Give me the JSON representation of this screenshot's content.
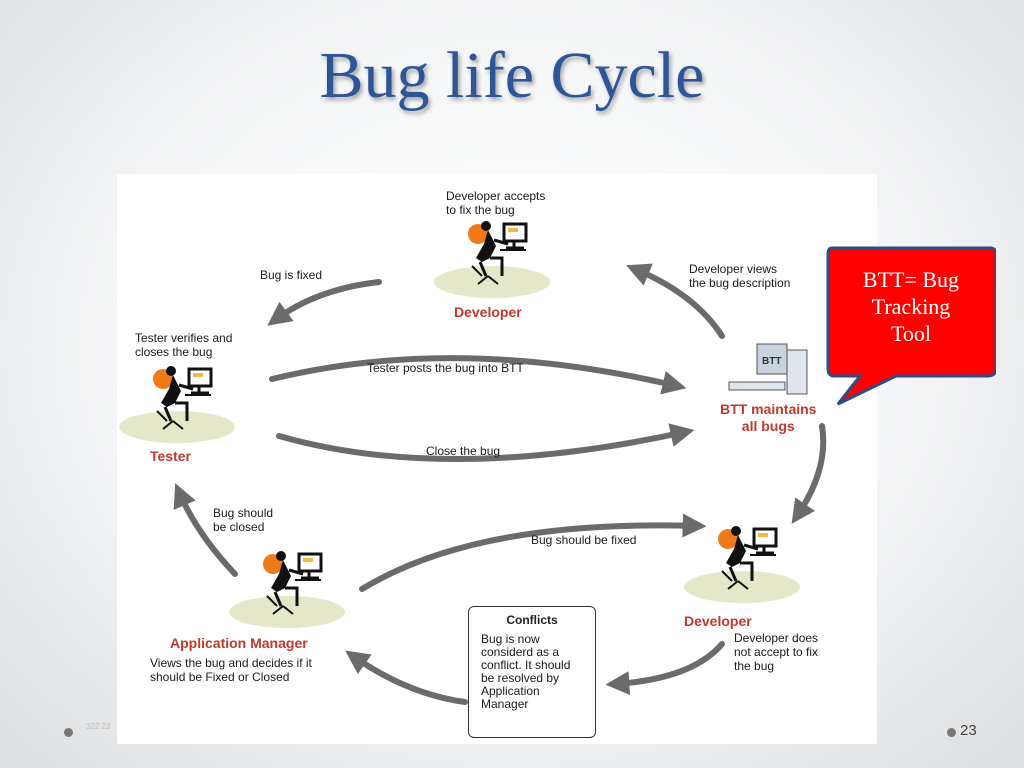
{
  "title": "Bug life Cycle",
  "diagram": {
    "roles": {
      "developer_top": "Developer",
      "tester": "Tester",
      "btt": "BTT maintains\nall bugs",
      "developer_bottom": "Developer",
      "app_manager": "Application Manager",
      "btt_monitor": "BTT"
    },
    "labels": {
      "dev_accepts": "Developer accepts\nto fix the bug",
      "bug_fixed": "Bug is fixed",
      "dev_views": "Developer views\nthe bug description",
      "tester_verifies": "Tester verifies and\ncloses the bug",
      "tester_posts": "Tester posts the bug into BTT",
      "close_bug": "Close the bug",
      "bug_should_closed": "Bug should\nbe closed",
      "bug_should_fixed": "Bug should be fixed",
      "dev_not_accept": "Developer  does\nnot accept to fix\nthe bug",
      "manager_views": "Views the bug and decides if it\nshould be Fixed or  Closed"
    },
    "conflicts": {
      "title": "Conflicts",
      "text": "Bug is now\nconsiderd as a\nconflict. It should\nbe resolved by\nApplication\nManager"
    }
  },
  "callout": {
    "text": "BTT= Bug\nTracking\nTool",
    "fill": "#ff0000",
    "border": "#2e4a87"
  },
  "footer": {
    "page_number": "23",
    "small_text": "322 23"
  },
  "colors": {
    "title": "#2e5597",
    "role": "#c0392b",
    "arrow": "#6b6b6b",
    "platform": "#e4e8c8",
    "chair": "#f07a1a"
  }
}
